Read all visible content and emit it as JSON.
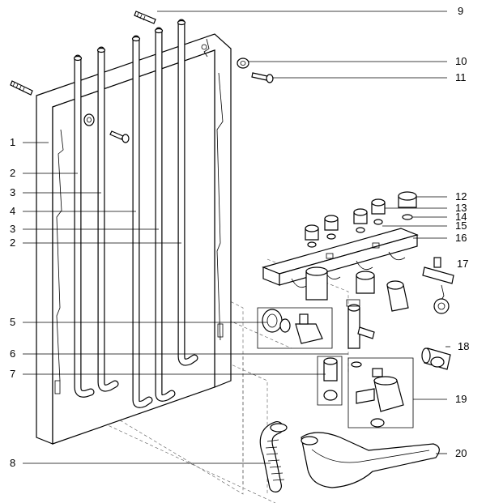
{
  "diagram": {
    "callouts": [
      {
        "id": "c1",
        "label": "1"
      },
      {
        "id": "c2a",
        "label": "2"
      },
      {
        "id": "c3a",
        "label": "3"
      },
      {
        "id": "c4",
        "label": "4"
      },
      {
        "id": "c3b",
        "label": "3"
      },
      {
        "id": "c2b",
        "label": "2"
      },
      {
        "id": "c5",
        "label": "5"
      },
      {
        "id": "c6",
        "label": "6"
      },
      {
        "id": "c7",
        "label": "7"
      },
      {
        "id": "c8",
        "label": "8"
      },
      {
        "id": "c9",
        "label": "9"
      },
      {
        "id": "c10",
        "label": "10"
      },
      {
        "id": "c11",
        "label": "11"
      },
      {
        "id": "c12",
        "label": "12"
      },
      {
        "id": "c13",
        "label": "13"
      },
      {
        "id": "c14",
        "label": "14"
      },
      {
        "id": "c15",
        "label": "15"
      },
      {
        "id": "c16",
        "label": "16"
      },
      {
        "id": "c17",
        "label": "17"
      },
      {
        "id": "c18",
        "label": "18"
      },
      {
        "id": "c19",
        "label": "19"
      },
      {
        "id": "c20",
        "label": "20"
      }
    ]
  }
}
